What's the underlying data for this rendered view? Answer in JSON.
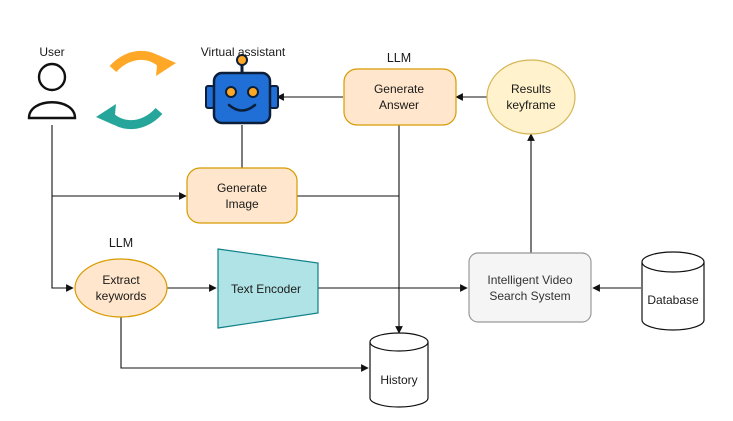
{
  "nodes": {
    "user": {
      "label": "User"
    },
    "assistant": {
      "label": "Virtual assistant"
    },
    "generate_answer": {
      "title": "LLM",
      "lines": [
        "Generate",
        "Answer"
      ]
    },
    "results_keyframe": {
      "lines": [
        "Results",
        "keyframe"
      ]
    },
    "generate_image": {
      "lines": [
        "Generate",
        "Image"
      ]
    },
    "extract_keywords": {
      "title": "LLM",
      "lines": [
        "Extract",
        "keywords"
      ]
    },
    "text_encoder": {
      "label": "Text Encoder"
    },
    "video_search": {
      "lines": [
        "Intelligent Video",
        "Search System"
      ]
    },
    "database": {
      "label": "Database"
    },
    "history": {
      "label": "History"
    }
  },
  "colors": {
    "llm_fill": "#ffe6cc",
    "llm_stroke": "#d79b00",
    "results_fill": "#fff2cc",
    "results_stroke": "#d6b656",
    "encoder_fill": "#b0e3e6",
    "encoder_stroke": "#0e8088",
    "search_fill": "#f5f5f5",
    "search_stroke": "#999999",
    "robot_body": "#1f6fd6",
    "robot_dark": "#0b1f3a",
    "arrow_orange": "#ffa726",
    "arrow_teal": "#26a69a"
  },
  "icons": [
    "user-icon",
    "robot-icon",
    "sync-arrows-icon"
  ]
}
